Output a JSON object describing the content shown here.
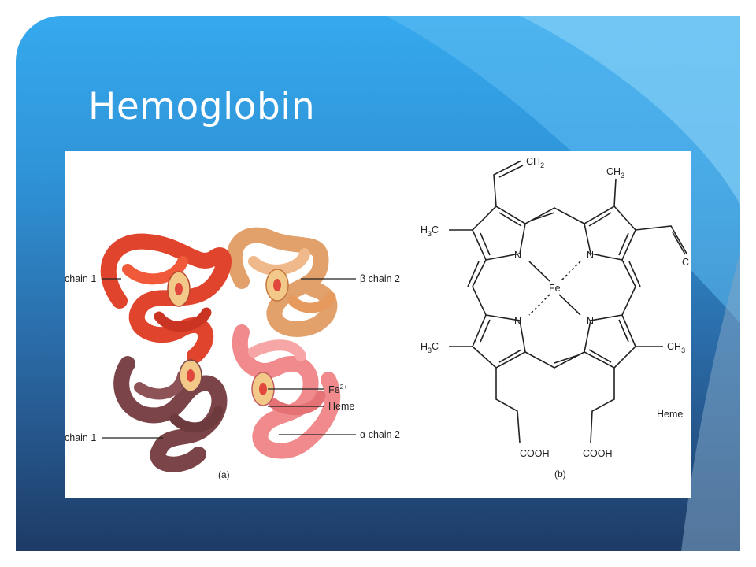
{
  "slide": {
    "title": "Hemoglobin",
    "colors": {
      "top": "#36a9ee",
      "bottom": "#1e3b66",
      "accent": "#7fd0f7"
    }
  },
  "figure": {
    "left": {
      "labels": {
        "beta1": "chain 1",
        "beta2": "β chain 2",
        "alpha1": "chain 1",
        "fe": "Fe",
        "fe_charge": "2+",
        "heme": "Heme",
        "alpha2": "α chain 2"
      },
      "caption": "(a)"
    },
    "right": {
      "groups": {
        "ch2_top_main": "CH",
        "ch2_top_sub": "2",
        "ch3_top_main": "CH",
        "ch3_top_sub": "3",
        "h3c_upper_main": "H",
        "h3c_upper_sub": "3",
        "h3c_upper_tail": "C",
        "ch_right": "C",
        "h3c_lower_main": "H",
        "h3c_lower_sub": "3",
        "h3c_lower_tail": "C",
        "ch3_right_main": "CH",
        "ch3_right_sub": "3",
        "n1": "N",
        "n2": "N",
        "n3": "N",
        "n4": "N",
        "fe": "Fe",
        "cooh_left": "COOH",
        "cooh_right": "COOH",
        "heme": "Heme"
      },
      "caption": "(b)"
    }
  }
}
